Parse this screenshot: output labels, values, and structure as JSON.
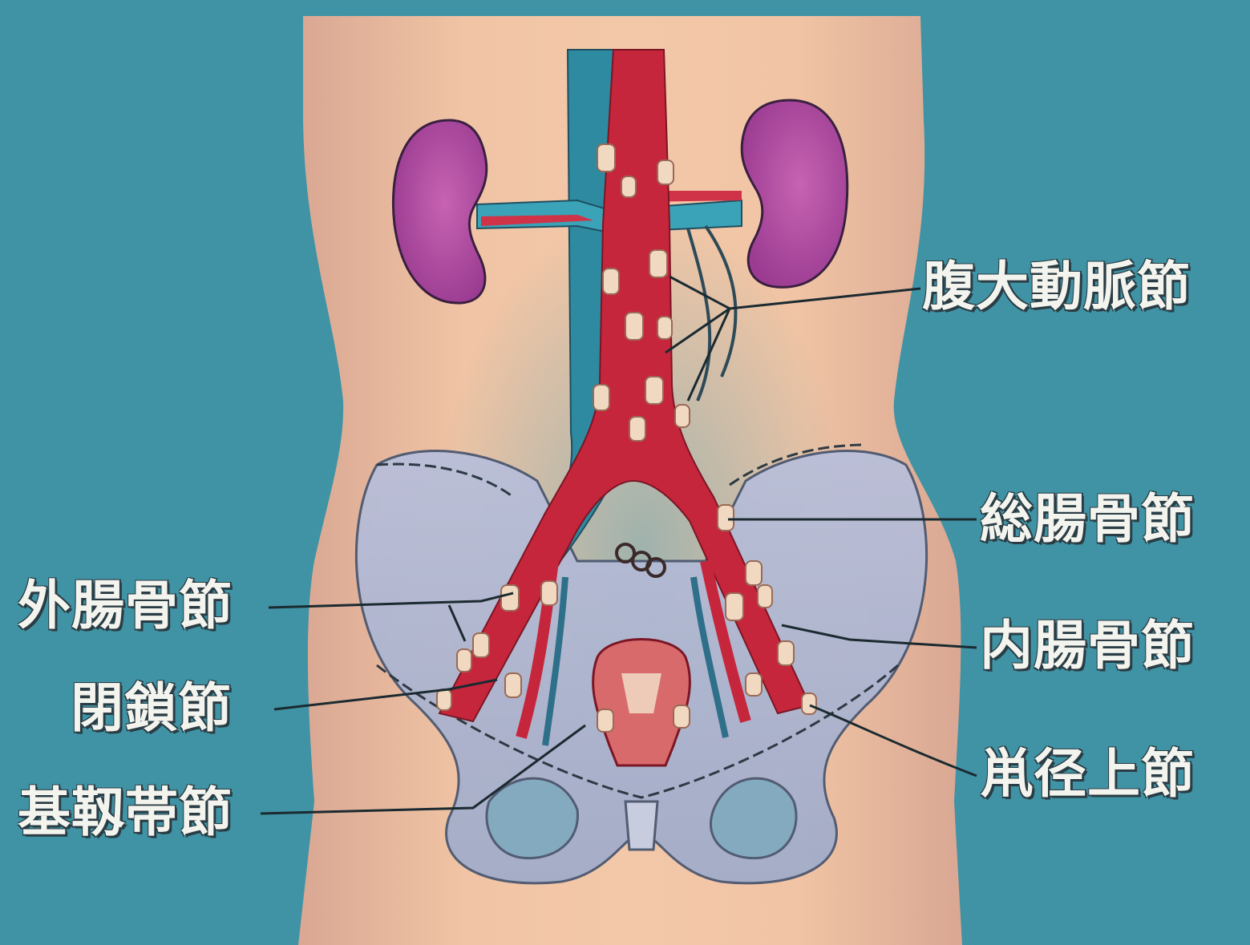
{
  "labels": {
    "para_aortic": "腹大動脈節",
    "common_iliac": "総腸骨節",
    "external_iliac": "外腸骨節",
    "internal_iliac": "内腸骨節",
    "obturator": "閉鎖節",
    "cardinal_ligament": "基靱帯節",
    "suprainguinal": "鼡径上節"
  },
  "colors": {
    "background": "#3f93a4",
    "body": "#e8b79a",
    "artery": "#c8243a",
    "vein": "#2f8ea3",
    "kidney": "#b04e9e",
    "pelvis": "#aeb7d2",
    "lymph_node": "#f1d8c0",
    "label_text": "#f4f4ef",
    "leader_line": "#1b2a30"
  },
  "icons": [
    "kidney-icon",
    "aorta-icon",
    "vena-cava-icon",
    "pelvis-icon",
    "bladder-icon",
    "lymph-node-icon"
  ]
}
